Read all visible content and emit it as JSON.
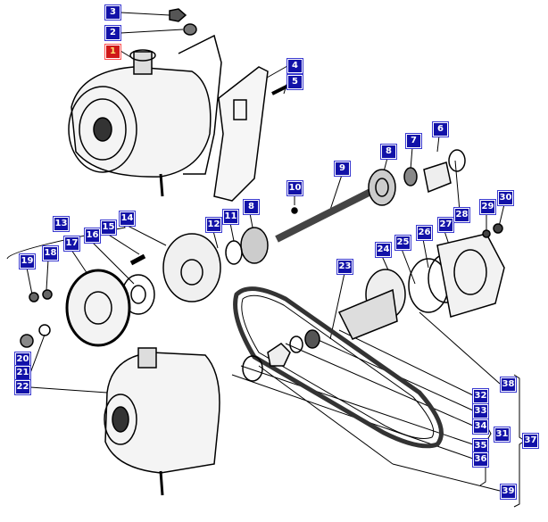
{
  "diagram": {
    "labels": [
      "1",
      "2",
      "3",
      "4",
      "5",
      "6",
      "7",
      "8",
      "9",
      "10",
      "11",
      "12",
      "13",
      "14",
      "15",
      "16",
      "17",
      "18",
      "19",
      "20",
      "21",
      "22",
      "23",
      "24",
      "25",
      "26",
      "27",
      "28",
      "29",
      "30",
      "31",
      "32",
      "33",
      "34",
      "35",
      "36",
      "37",
      "38",
      "39"
    ],
    "selected_label": "1",
    "colors": {
      "label_bg": "#1212a8",
      "label_text": "#ffffff",
      "selected_bg": "#d01818",
      "selected_text": "#ffe070"
    }
  }
}
